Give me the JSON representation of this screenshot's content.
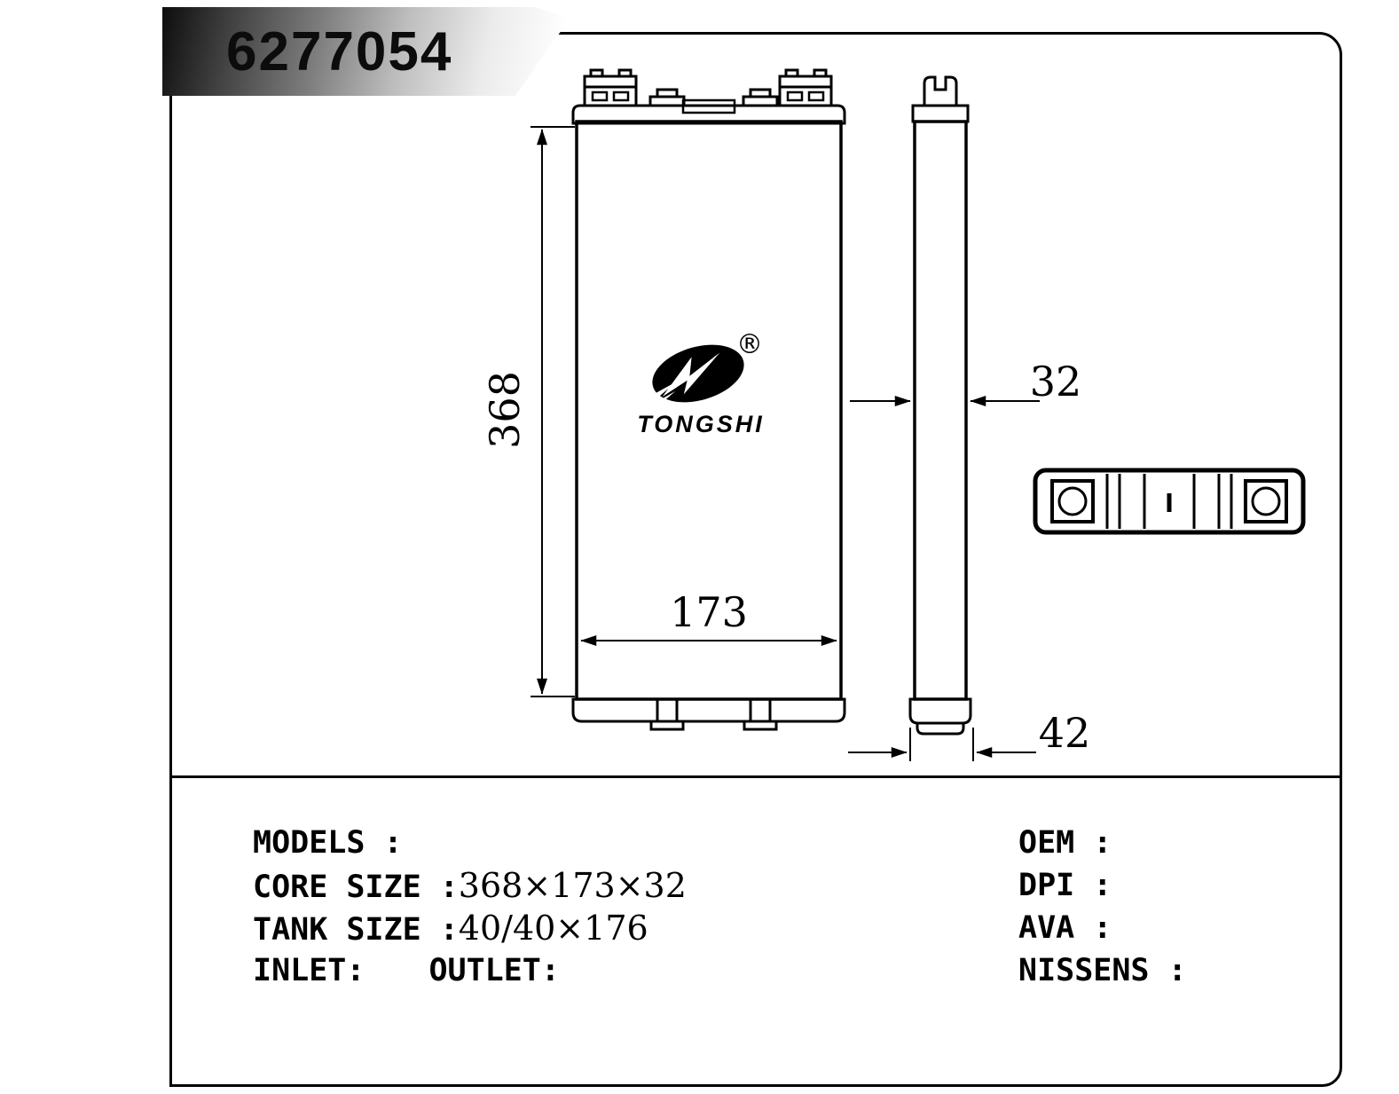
{
  "banner": {
    "part_number": "6277054"
  },
  "drawing": {
    "logo": {
      "brand": "TONGSHI",
      "registered": "®"
    },
    "dims": {
      "core_height": "368",
      "core_width": "173",
      "core_depth": "32",
      "tank_width": "42"
    }
  },
  "specs": {
    "left_rows": [
      {
        "label": "MODELS :",
        "value": ""
      },
      {
        "label": "CORE SIZE :",
        "value": "368×173×32"
      },
      {
        "label": "TANK SIZE :",
        "value": "40/40×176"
      },
      {
        "label": "INLET:",
        "label2": "OUTLET:"
      }
    ],
    "right_rows": [
      {
        "label": "OEM :"
      },
      {
        "label": "DPI :"
      },
      {
        "label": "AVA :"
      },
      {
        "label": "NISSENS :"
      }
    ]
  },
  "colors": {
    "ink": "#000000",
    "paper": "#ffffff"
  }
}
